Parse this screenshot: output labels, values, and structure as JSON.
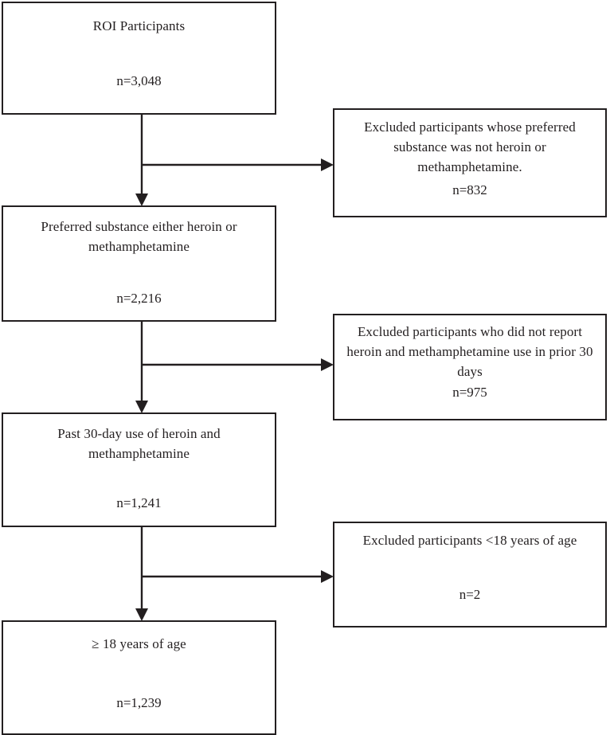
{
  "diagram": {
    "type": "participant-flow-chart",
    "orientation": "top-to-bottom",
    "line_color": "#231f20",
    "background_color": "#ffffff",
    "main_nodes": [
      {
        "id": "roi-participants",
        "title": "ROI Participants",
        "count": "n=3,048"
      },
      {
        "id": "preferred-substance",
        "title": "Preferred substance either heroin or methamphetamine",
        "count": "n=2,216"
      },
      {
        "id": "past-30-day-use",
        "title": "Past 30-day use of heroin and methamphetamine",
        "count": "n=1,241"
      },
      {
        "id": "age-18-or-older",
        "title": "≥ 18 years of age",
        "count": "n=1,239"
      }
    ],
    "excluded_nodes": [
      {
        "id": "excluded-not-preferred-substance",
        "title": "Excluded participants whose preferred substance was not heroin or methamphetamine.",
        "count": "n=832"
      },
      {
        "id": "excluded-no-30-day-use",
        "title": "Excluded participants who did not report heroin and methamphetamine use in prior 30 days",
        "count": "n=975"
      },
      {
        "id": "excluded-under-18",
        "title": "Excluded participants <18 years of age",
        "count": "n=2"
      }
    ]
  }
}
